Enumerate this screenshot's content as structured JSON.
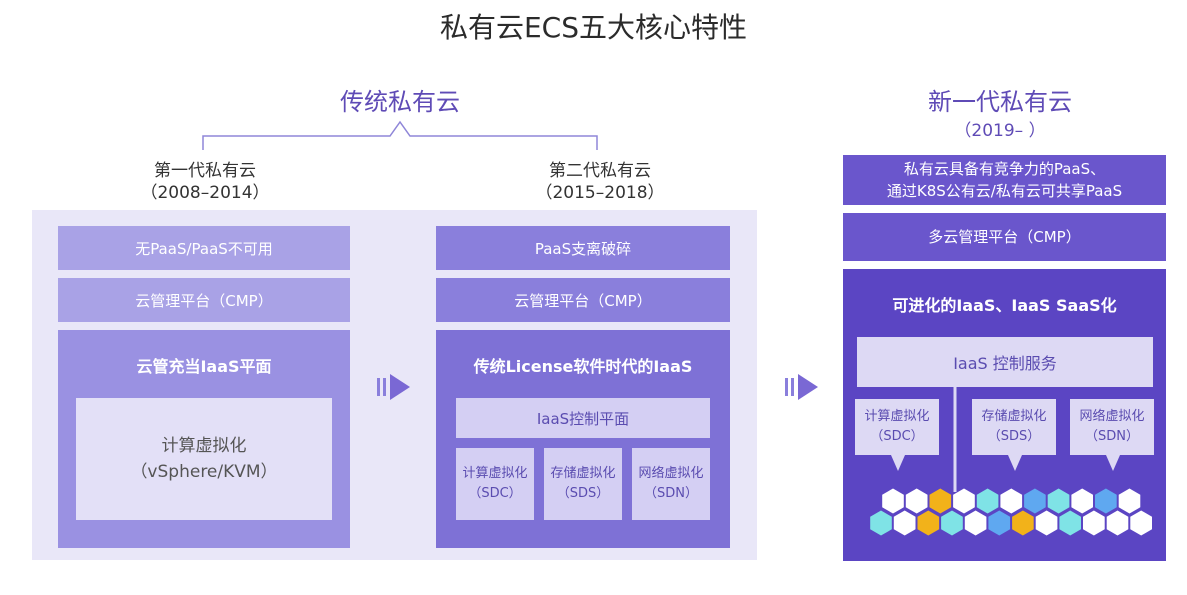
{
  "title": "私有云ECS五大核心特性",
  "traditional": {
    "heading": "传统私有云",
    "gen1": {
      "name": "第一代私有云",
      "years": "（2008–2014）",
      "paas": "无PaaS/PaaS不可用",
      "cmp": "云管理平台（CMP）",
      "iaas_title": "云管充当IaaS平面",
      "compute_line1": "计算虚拟化",
      "compute_line2": "（vSphere/KVM）"
    },
    "gen2": {
      "name": "第二代私有云",
      "years": "（2015–2018）",
      "paas": "PaaS支离破碎",
      "cmp": "云管理平台（CMP）",
      "iaas_title": "传统License软件时代的IaaS",
      "control": "IaaS控制平面",
      "virt": [
        {
          "name": "计算虚拟化",
          "abbr": "（SDC）"
        },
        {
          "name": "存储虚拟化",
          "abbr": "（SDS）"
        },
        {
          "name": "网络虚拟化",
          "abbr": "（SDN）"
        }
      ]
    }
  },
  "new_gen": {
    "heading": "新一代私有云",
    "years": "（2019–  ）",
    "paas_line1": "私有云具备有竞争力的PaaS、",
    "paas_line2": "通过K8S公有云/私有云可共享PaaS",
    "cmp": "多云管理平台（CMP）",
    "iaas_title": "可进化的IaaS、IaaS SaaS化",
    "control": "IaaS 控制服务",
    "virt": [
      {
        "name": "计算虚拟化",
        "abbr": "（SDC）"
      },
      {
        "name": "存储虚拟化",
        "abbr": "（SDS）"
      },
      {
        "name": "网络虚拟化",
        "abbr": "（SDN）"
      }
    ]
  },
  "colors": {
    "hex_white": "#ffffff",
    "hex_cyan": "#7fe3e6",
    "hex_blue": "#5fa8f0",
    "hex_gold": "#f2b21a"
  },
  "icons": {
    "arrow": "double-right-arrow-icon"
  }
}
